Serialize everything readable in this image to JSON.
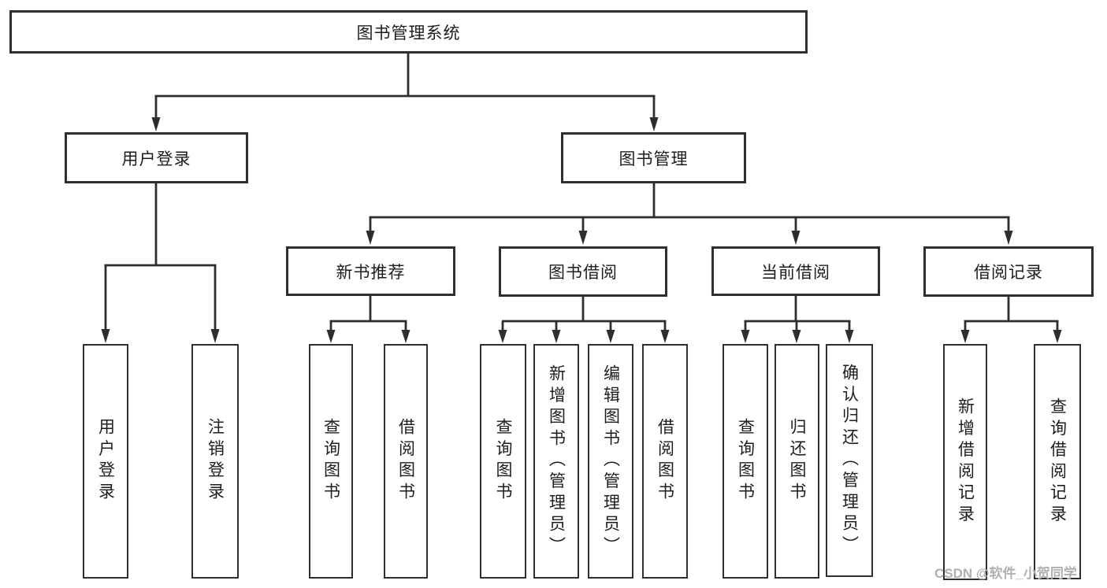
{
  "diagram": {
    "root": {
      "label": "图书管理系统"
    },
    "level2": [
      {
        "label": "用户登录"
      },
      {
        "label": "图书管理"
      }
    ],
    "level3": [
      {
        "label": "新书推荐"
      },
      {
        "label": "图书借阅"
      },
      {
        "label": "当前借阅"
      },
      {
        "label": "借阅记录"
      }
    ],
    "leaves": {
      "user_login": [
        {
          "label": "用户登录"
        },
        {
          "label": "注销登录"
        }
      ],
      "new_book": [
        {
          "label": "查询图书"
        },
        {
          "label": "借阅图书"
        }
      ],
      "book_borrow": [
        {
          "label": "查询图书"
        },
        {
          "label": "新增图书（管理员）"
        },
        {
          "label": "编辑图书（管理员）"
        },
        {
          "label": "借阅图书"
        }
      ],
      "current_borrow": [
        {
          "label": "查询图书"
        },
        {
          "label": "归还图书"
        },
        {
          "label": "确认归还（管理员）"
        }
      ],
      "borrow_record": [
        {
          "label": "新增借阅记录"
        },
        {
          "label": "查询借阅记录"
        }
      ]
    }
  },
  "watermark": {
    "text": "CSDN @软件_小贺同学"
  },
  "colors": {
    "line": "#2e2e2e",
    "text": "#1d1d1d",
    "background": "#ffffff",
    "watermark": "#b0b0b0"
  }
}
